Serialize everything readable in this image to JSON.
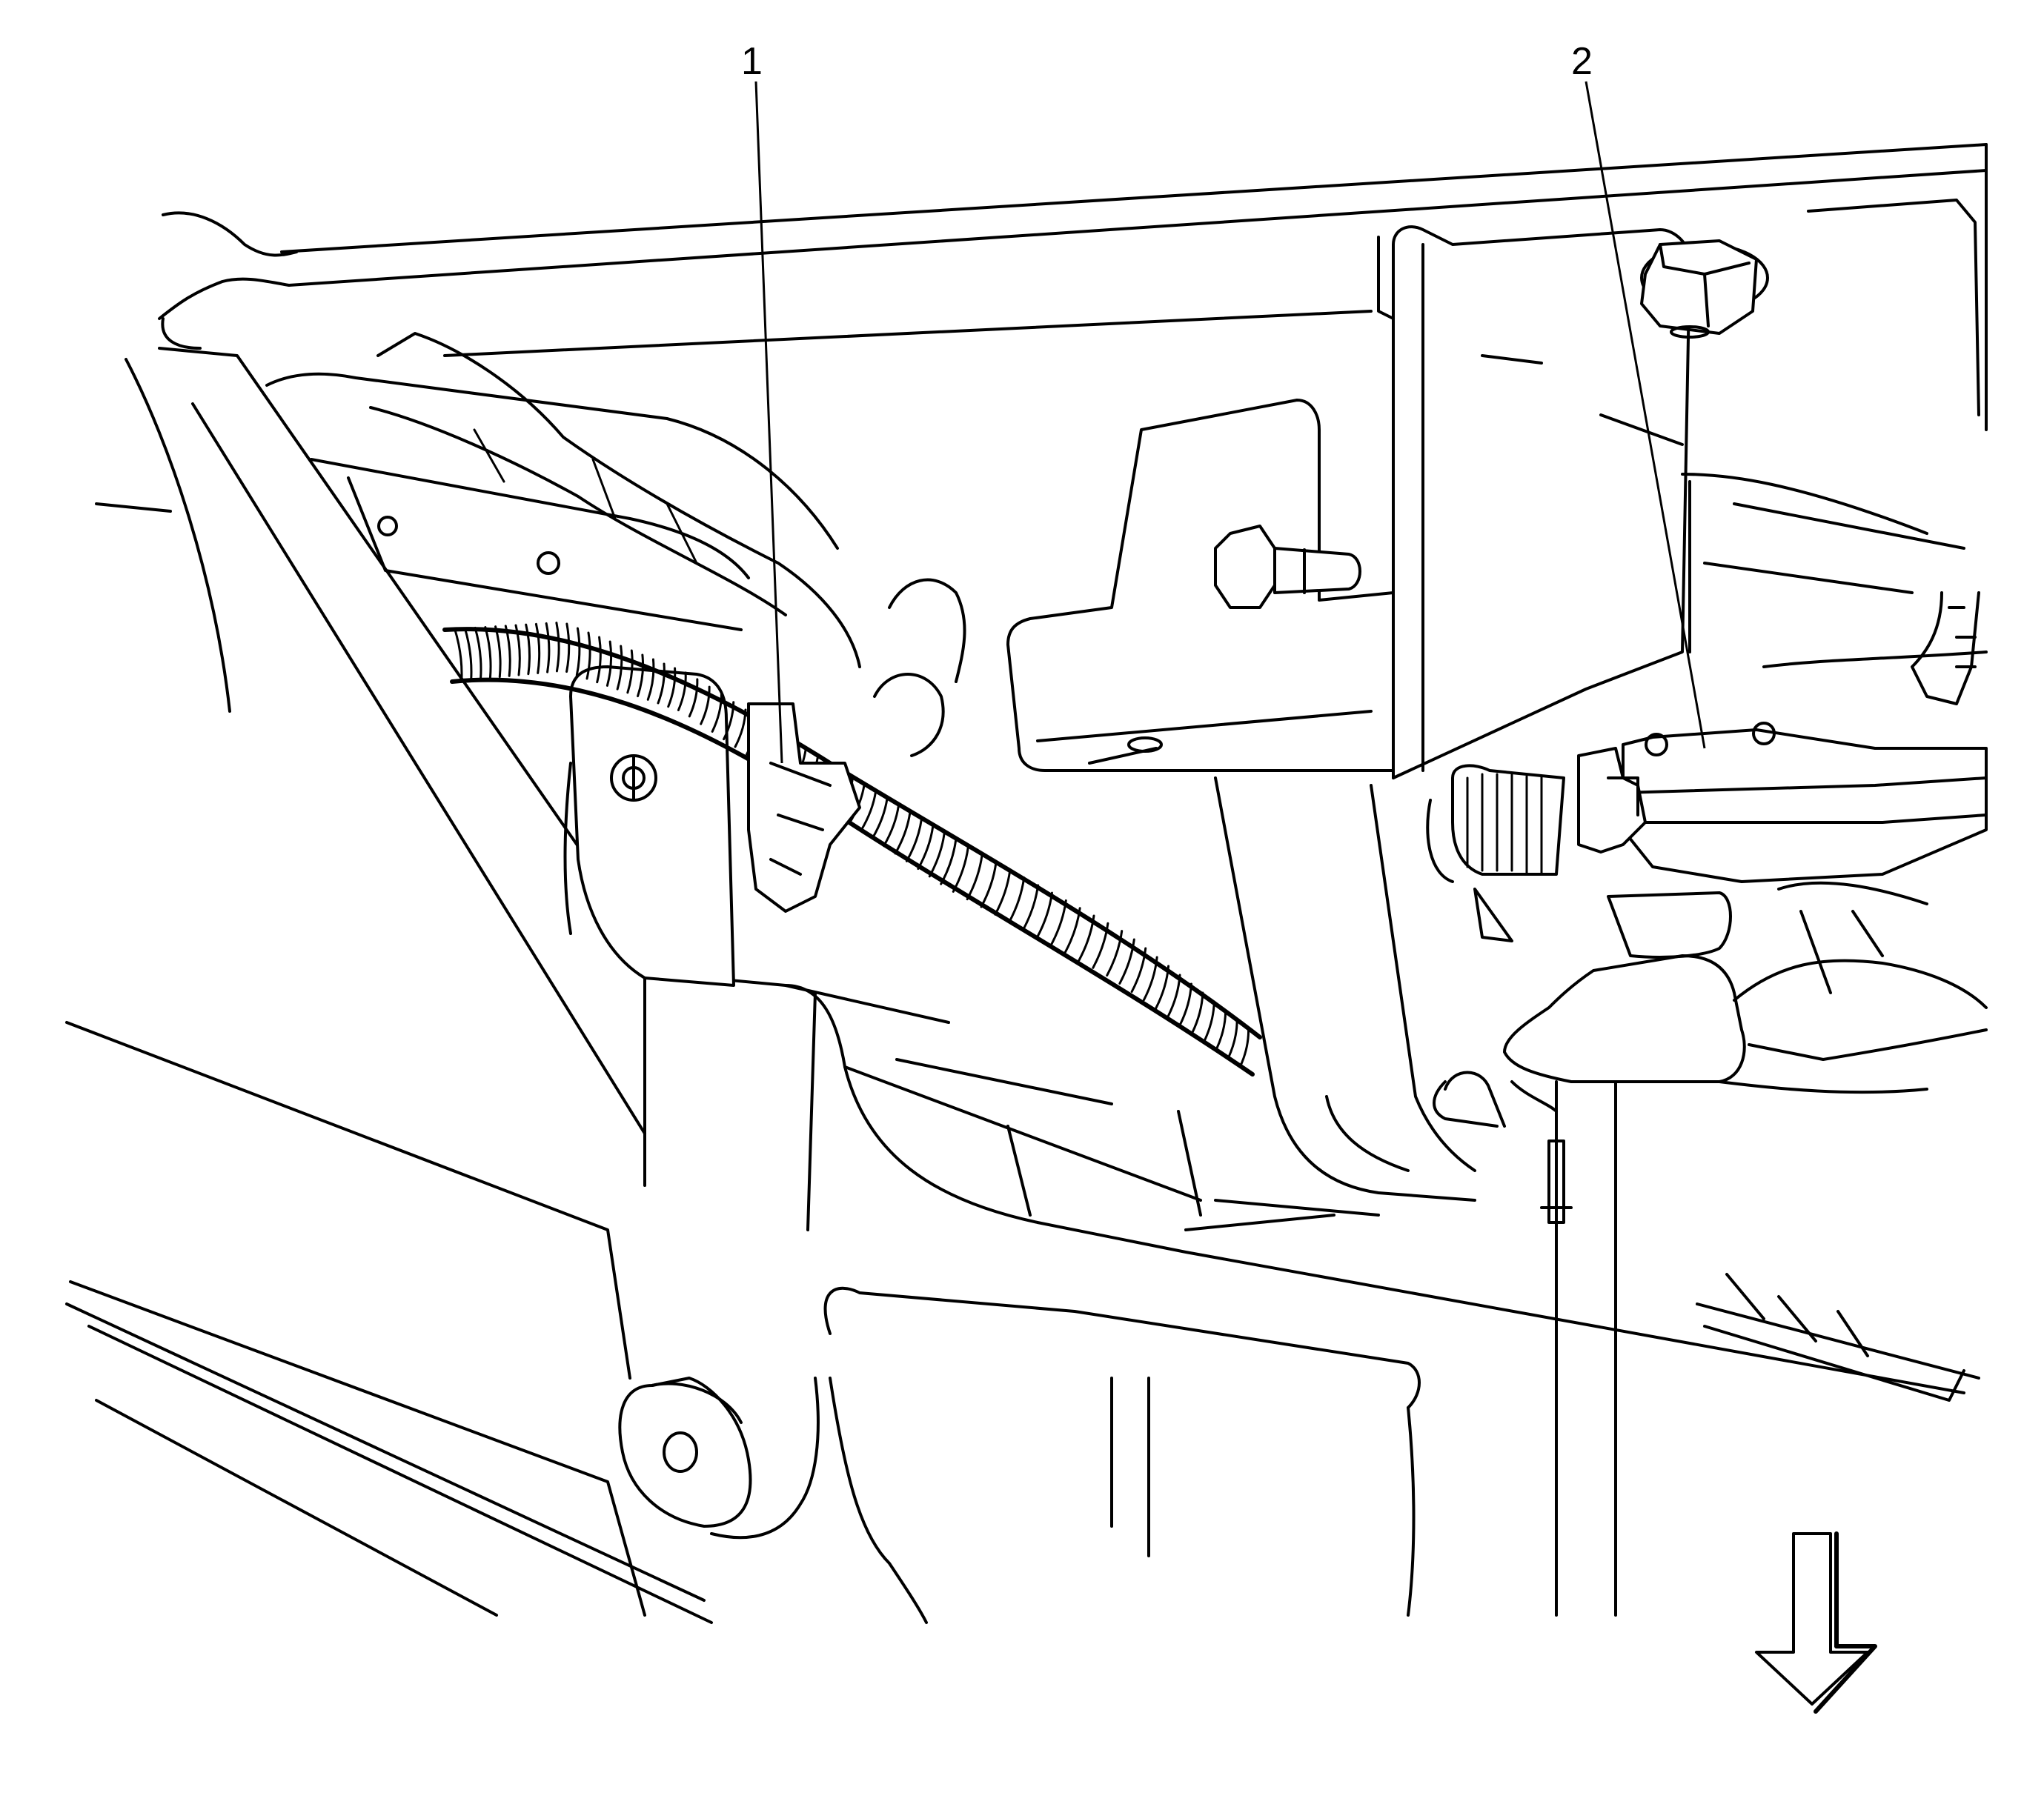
{
  "callouts": [
    {
      "id": "1",
      "label": "1"
    },
    {
      "id": "2",
      "label": "2"
    }
  ],
  "icons": {
    "direction_arrow": "arrow-down-icon"
  },
  "colors": {
    "line": "#000000",
    "background": "#ffffff"
  }
}
